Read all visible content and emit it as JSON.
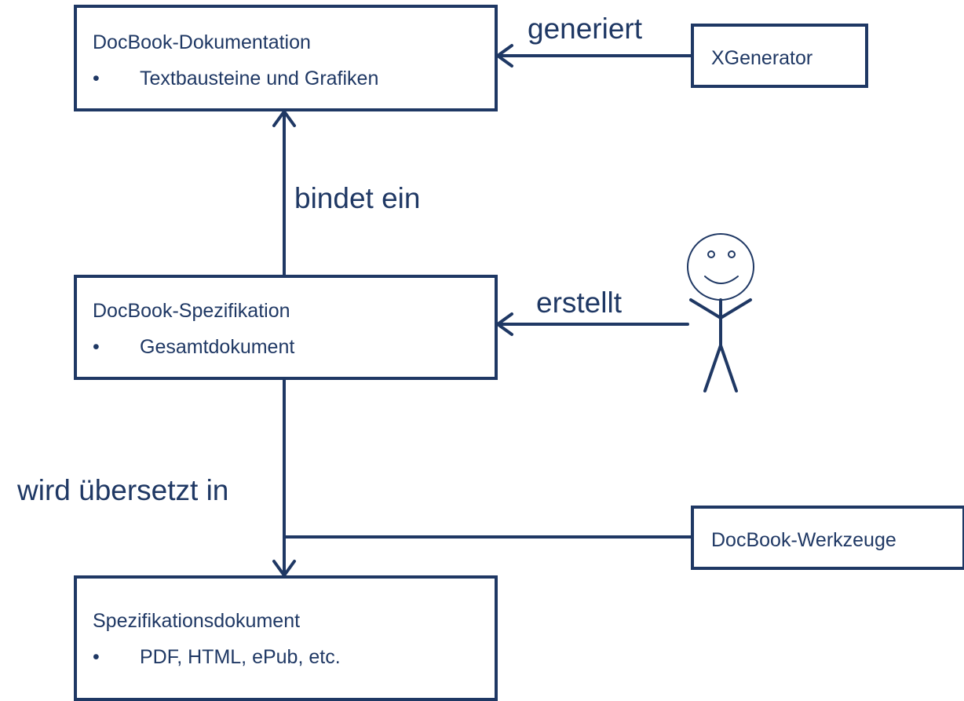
{
  "boxes": {
    "documentation": {
      "title": "DocBook-Dokumentation",
      "bullet": "•",
      "item": "Textbausteine und Grafiken"
    },
    "specification": {
      "title": "DocBook-Spezifikation",
      "bullet": "•",
      "item": "Gesamtdokument"
    },
    "output": {
      "title": "Spezifikationsdokument",
      "bullet": "•",
      "item": "PDF, HTML, ePub, etc."
    }
  },
  "actors": {
    "generator": "XGenerator",
    "tools": "DocBook-Werkzeuge"
  },
  "edges": {
    "generates": "generiert",
    "includes": "bindet ein",
    "creates": "erstellt",
    "translated": "wird übersetzt in"
  },
  "colors": {
    "stroke": "#1f3864",
    "text": "#1f3864",
    "background": "#ffffff"
  }
}
